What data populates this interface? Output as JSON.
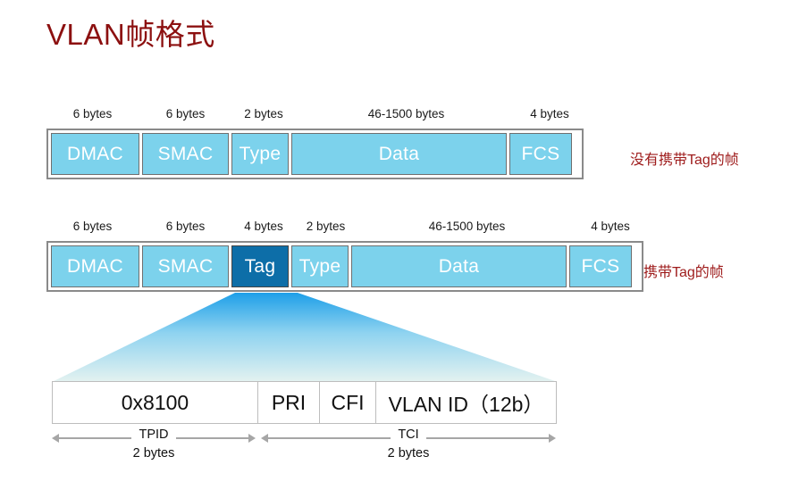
{
  "title": "VLAN帧格式",
  "colors": {
    "title": "#8C1010",
    "cell_fill": "#7CD2EC",
    "tag_fill": "#0D6EA8",
    "note_text": "#9E1B1B",
    "funnel_top": "#1E9FE8",
    "funnel_bottom": "#E4F2F0"
  },
  "untagged_frame": {
    "note": "没有携带Tag的帧",
    "cells": [
      {
        "label": "DMAC",
        "size": "6 bytes"
      },
      {
        "label": "SMAC",
        "size": "6 bytes"
      },
      {
        "label": "Type",
        "size": "2 bytes"
      },
      {
        "label": "Data",
        "size": "46-1500 bytes"
      },
      {
        "label": "FCS",
        "size": "4 bytes"
      }
    ]
  },
  "tagged_frame": {
    "note": "携带Tag的帧",
    "cells": [
      {
        "label": "DMAC",
        "size": "6 bytes"
      },
      {
        "label": "SMAC",
        "size": "6 bytes"
      },
      {
        "label": "Tag",
        "size": "4 bytes"
      },
      {
        "label": "Type",
        "size": "2 bytes"
      },
      {
        "label": "Data",
        "size": "46-1500 bytes"
      },
      {
        "label": "FCS",
        "size": "4 bytes"
      }
    ]
  },
  "tag_detail": {
    "fields": [
      {
        "label": "0x8100"
      },
      {
        "label": "PRI"
      },
      {
        "label": "CFI"
      },
      {
        "label": "VLAN ID（12b）"
      }
    ],
    "measures": [
      {
        "name": "TPID",
        "size": "2 bytes"
      },
      {
        "name": "TCI",
        "size": "2 bytes"
      }
    ]
  }
}
